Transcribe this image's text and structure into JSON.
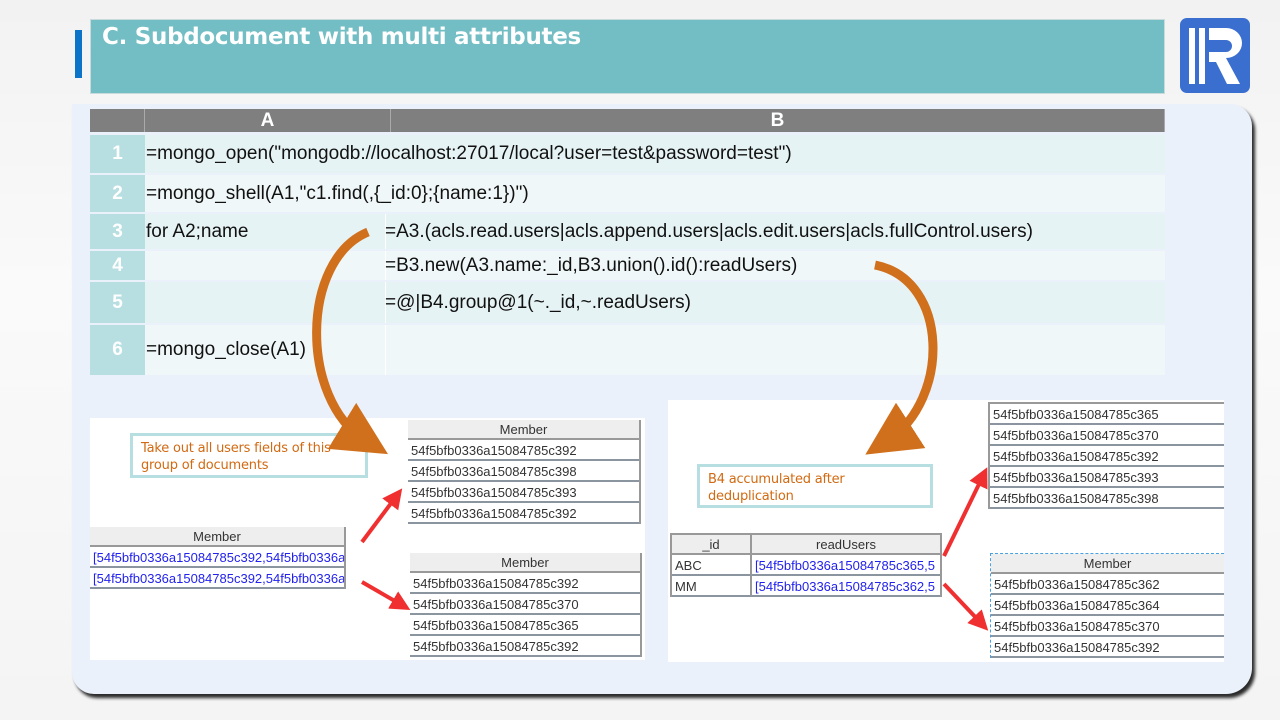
{
  "slide": {
    "title": "C. Subdocument with multi attributes",
    "logo_letter": "R"
  },
  "grid": {
    "columns": [
      "A",
      "B"
    ],
    "rows": [
      {
        "num": "1",
        "a": "=mongo_open(\"mongodb://localhost:27017/local?user=test&password=test\")",
        "b": ""
      },
      {
        "num": "2",
        "a": "=mongo_shell(A1,\"c1.find(,{_id:0};{name:1})\")",
        "b": ""
      },
      {
        "num": "3",
        "a": "for A2;name",
        "b": "=A3.(acls.read.users|acls.append.users|acls.edit.users|acls.fullControl.users)"
      },
      {
        "num": "4",
        "a": "",
        "b": "=B3.new(A3.name:_id,B3.union().id():readUsers)"
      },
      {
        "num": "5",
        "a": "",
        "b": "=@|B4.group@1(~._id,~.readUsers)"
      },
      {
        "num": "6",
        "a": "=mongo_close(A1)",
        "b": ""
      }
    ]
  },
  "left_example": {
    "note": "Take out all users fields of this group of documents",
    "source": {
      "header": "Member",
      "rows": [
        "[54f5bfb0336a15084785c392,54f5bfb0336a",
        "[54f5bfb0336a15084785c392,54f5bfb0336a"
      ]
    },
    "result1": {
      "header": "Member",
      "rows": [
        "54f5bfb0336a15084785c392",
        "54f5bfb0336a15084785c398",
        "54f5bfb0336a15084785c393",
        "54f5bfb0336a15084785c392"
      ]
    },
    "result2": {
      "header": "Member",
      "rows": [
        "54f5bfb0336a15084785c392",
        "54f5bfb0336a15084785c370",
        "54f5bfb0336a15084785c365",
        "54f5bfb0336a15084785c392"
      ]
    }
  },
  "right_example": {
    "note": "B4 accumulated after deduplication",
    "source": {
      "headers": [
        "_id",
        "readUsers"
      ],
      "rows": [
        [
          "ABC",
          "[54f5bfb0336a15084785c365,5"
        ],
        [
          "MM",
          "[54f5bfb0336a15084785c362,5"
        ]
      ]
    },
    "result1": {
      "rows": [
        "54f5bfb0336a15084785c365",
        "54f5bfb0336a15084785c370",
        "54f5bfb0336a15084785c392",
        "54f5bfb0336a15084785c393",
        "54f5bfb0336a15084785c398"
      ]
    },
    "result2": {
      "header": "Member",
      "rows": [
        "54f5bfb0336a15084785c362",
        "54f5bfb0336a15084785c364",
        "54f5bfb0336a15084785c370",
        "54f5bfb0336a15084785c392"
      ]
    }
  },
  "colors": {
    "title_bar": "#72bec4",
    "accent": "#0b74c8",
    "logo": "#3a6fd0",
    "arrow_orange": "#d0701c",
    "arrow_red": "#f03030",
    "note_text": "#d16a12"
  }
}
